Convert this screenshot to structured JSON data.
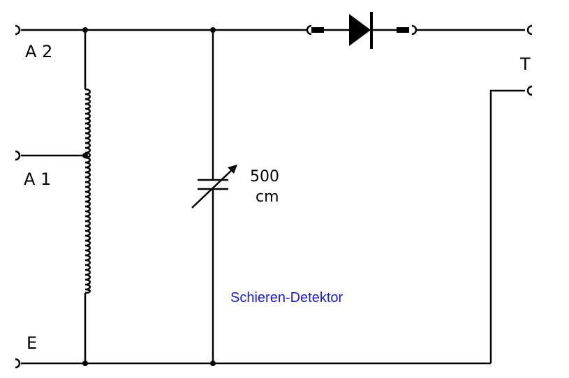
{
  "terminals": {
    "a2": "A 2",
    "a1": "A 1",
    "e": "E",
    "t": "T"
  },
  "capacitor": {
    "value": "500",
    "unit": "cm"
  },
  "caption": "Schieren-Detektor",
  "colors": {
    "wire": "#000000",
    "caption": "#1a1acc"
  }
}
